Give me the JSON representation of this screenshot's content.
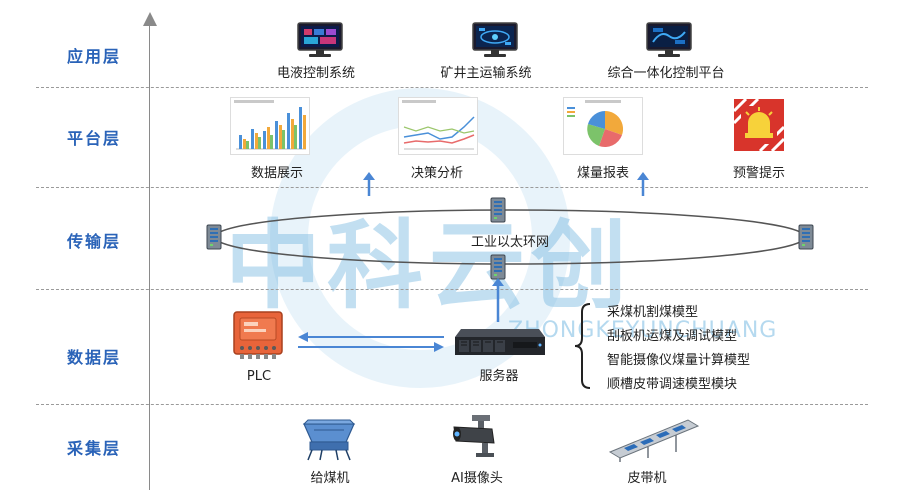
{
  "layers": [
    {
      "name": "应用层"
    },
    {
      "name": "平台层"
    },
    {
      "name": "传输层"
    },
    {
      "name": "数据层"
    },
    {
      "name": "采集层"
    }
  ],
  "application": {
    "items": [
      "电液控制系统",
      "矿井主运输系统",
      "综合一体化控制平台"
    ]
  },
  "platform": {
    "items": [
      "数据展示",
      "决策分析",
      "煤量报表",
      "预警提示"
    ]
  },
  "transmission": {
    "network_label": "工业以太环网"
  },
  "data_layer": {
    "plc_label": "PLC",
    "server_label": "服务器",
    "models": [
      "采煤机割煤模型",
      "刮板机运煤及调试模型",
      "智能摄像仪煤量计算模型",
      "顺槽皮带调速模型模块"
    ]
  },
  "collection": {
    "items": [
      "给煤机",
      "AI摄像头",
      "皮带机"
    ]
  },
  "watermark": {
    "main": "中科云创",
    "sub": "ZHONGKEYUNCHUANG"
  },
  "colors": {
    "layer_text": "#2a63b8",
    "arrow": "#4a86d4",
    "alarm": "#d8342b",
    "plc": "#e8643a"
  }
}
